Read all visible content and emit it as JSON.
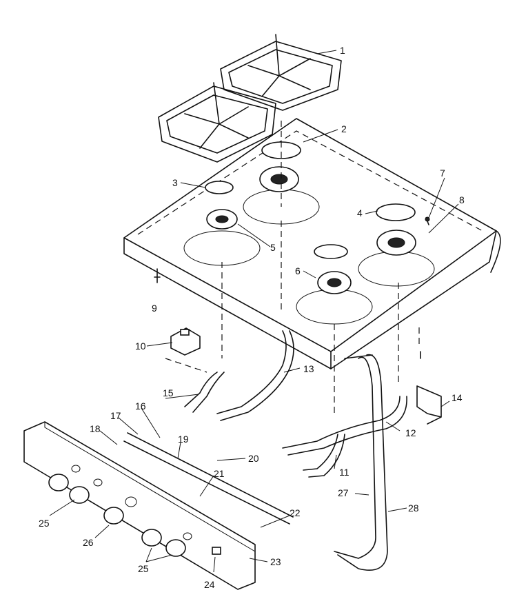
{
  "callouts": [
    "1",
    "2",
    "3",
    "4",
    "5",
    "6",
    "7",
    "8",
    "9",
    "10",
    "11",
    "12",
    "13",
    "14",
    "15",
    "16",
    "17",
    "18",
    "19",
    "20",
    "21",
    "22",
    "23",
    "24",
    "25",
    "25",
    "26",
    "27",
    "28"
  ]
}
